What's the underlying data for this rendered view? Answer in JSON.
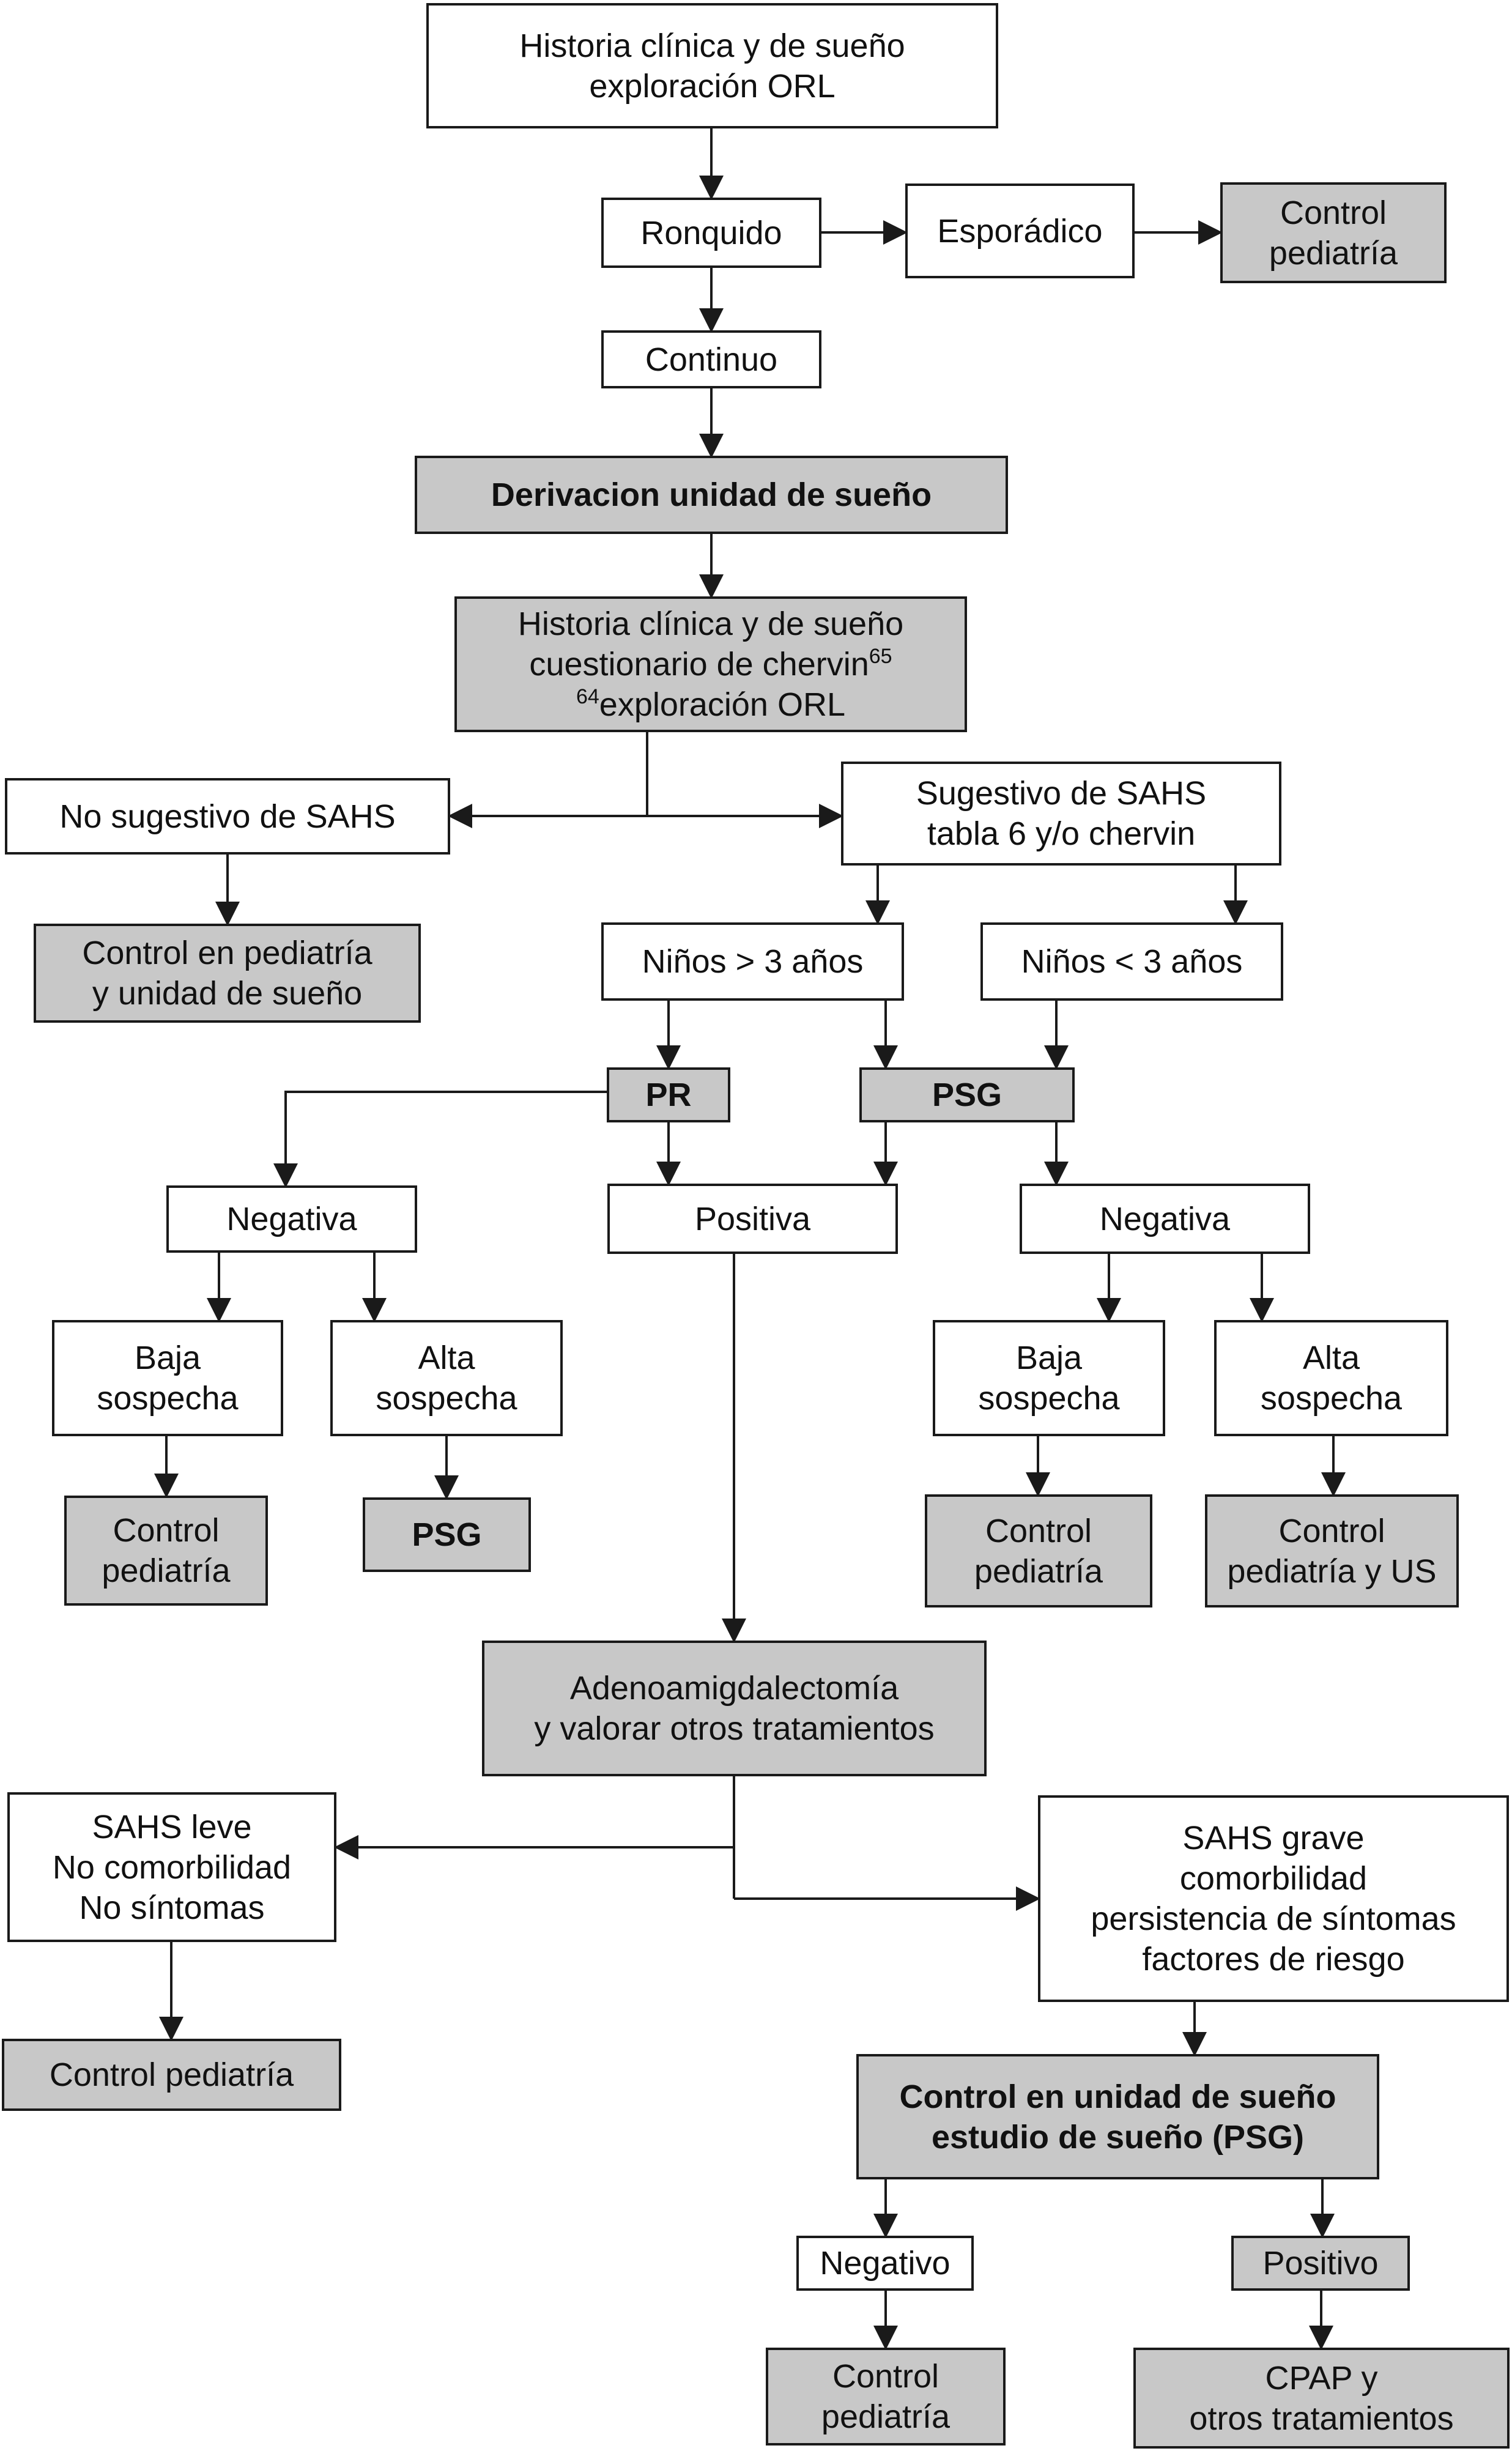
{
  "colors": {
    "line": "#1a1a1a",
    "shaded_fill": "#c8c8c8",
    "plain_fill": "#ffffff"
  },
  "nodes": {
    "historia1": {
      "l1": "Historia clínica y de sueño",
      "l2": "exploración ORL"
    },
    "ronquido": "Ronquido",
    "esporadico": "Esporádico",
    "control_ped_top": {
      "l1": "Control",
      "l2": "pediatría"
    },
    "continuo": "Continuo",
    "derivacion": "Derivacion unidad de sueño",
    "historia2": {
      "l1": "Historia clínica y de sueño",
      "l2": "cuestionario de chervin",
      "l2_sup": "65",
      "l3_sup": "64",
      "l3": "exploración ORL"
    },
    "no_sugestivo": "No sugestivo de SAHS",
    "sugestivo": {
      "l1": "Sugestivo de SAHS",
      "l2": "tabla 6 y/o chervin"
    },
    "control_ped_unidad": {
      "l1": "Control en pediatría",
      "l2": "y unidad de sueño"
    },
    "ninos_mayor": "Niños > 3 años",
    "ninos_menor": "Niños < 3 años",
    "pr": "PR",
    "psg": "PSG",
    "negativa_left": "Negativa",
    "positiva": "Positiva",
    "negativa_right": "Negativa",
    "baja_left": {
      "l1": "Baja",
      "l2": "sospecha"
    },
    "alta_left": {
      "l1": "Alta",
      "l2": "sospecha"
    },
    "baja_right": {
      "l1": "Baja",
      "l2": "sospecha"
    },
    "alta_right": {
      "l1": "Alta",
      "l2": "sospecha"
    },
    "control_ped_1": {
      "l1": "Control",
      "l2": "pediatría"
    },
    "psg_2": "PSG",
    "control_ped_2": {
      "l1": "Control",
      "l2": "pediatría"
    },
    "control_ped_us": {
      "l1": "Control",
      "l2": "pediatría y US"
    },
    "adeno": {
      "l1": "Adenoamigdalectomía",
      "l2": "y valorar otros tratamientos"
    },
    "sahs_leve": {
      "l1": "SAHS leve",
      "l2": "No comorbilidad",
      "l3": "No síntomas"
    },
    "sahs_grave": {
      "l1": "SAHS grave",
      "l2": "comorbilidad",
      "l3": "persistencia de síntomas",
      "l4": "factores de riesgo"
    },
    "control_ped_3": "Control pediatría",
    "control_unidad": {
      "l1": "Control en unidad de sueño",
      "l2": "estudio de sueño (PSG)"
    },
    "negativo": "Negativo",
    "positivo": "Positivo",
    "control_ped_4": {
      "l1": "Control",
      "l2": "pediatría"
    },
    "cpap": {
      "l1": "CPAP y",
      "l2": "otros tratamientos"
    }
  }
}
